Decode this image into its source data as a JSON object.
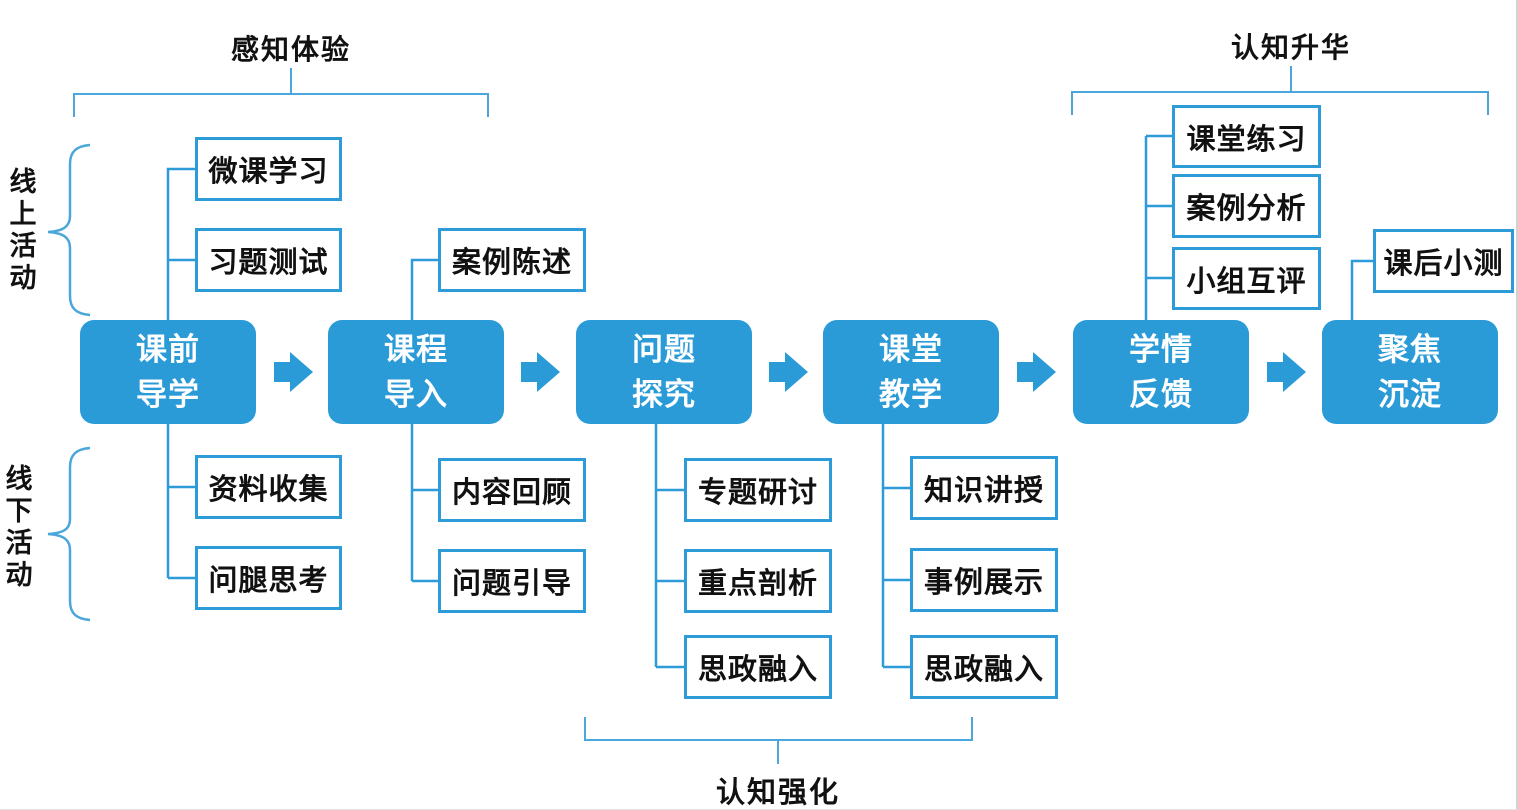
{
  "colors": {
    "stage_fill": "#2B9BD8",
    "box_border": "#2E9BD9",
    "connector_line": "#2E9BD9",
    "bracket_line": "#4BA6DC",
    "text_dark": "#111111",
    "text_light": "#ffffff"
  },
  "annotations": {
    "top_left": "感知体验",
    "top_right": "认知升华",
    "bottom": "认知强化",
    "side_top": "线上活动",
    "side_bottom": "线下活动"
  },
  "stages": [
    {
      "line1": "课前",
      "line2": "导学"
    },
    {
      "line1": "课程",
      "line2": "导入"
    },
    {
      "line1": "问题",
      "line2": "探究"
    },
    {
      "line1": "课堂",
      "line2": "教学"
    },
    {
      "line1": "学情",
      "line2": "反馈"
    },
    {
      "line1": "聚焦",
      "line2": "沉淀"
    }
  ],
  "children": {
    "stage1_top": [
      "微课学习",
      "习题测试"
    ],
    "stage1_bottom": [
      "资料收集",
      "问腿思考"
    ],
    "stage2_top": [
      "案例陈述"
    ],
    "stage2_bottom": [
      "内容回顾",
      "问题引导"
    ],
    "stage3_bottom": [
      "专题研讨",
      "重点剖析",
      "思政融入"
    ],
    "stage4_bottom": [
      "知识讲授",
      "事例展示",
      "思政融入"
    ],
    "stage5_top": [
      "课堂练习",
      "案例分析",
      "小组互评"
    ],
    "stage6_top": [
      "课后小测"
    ]
  }
}
